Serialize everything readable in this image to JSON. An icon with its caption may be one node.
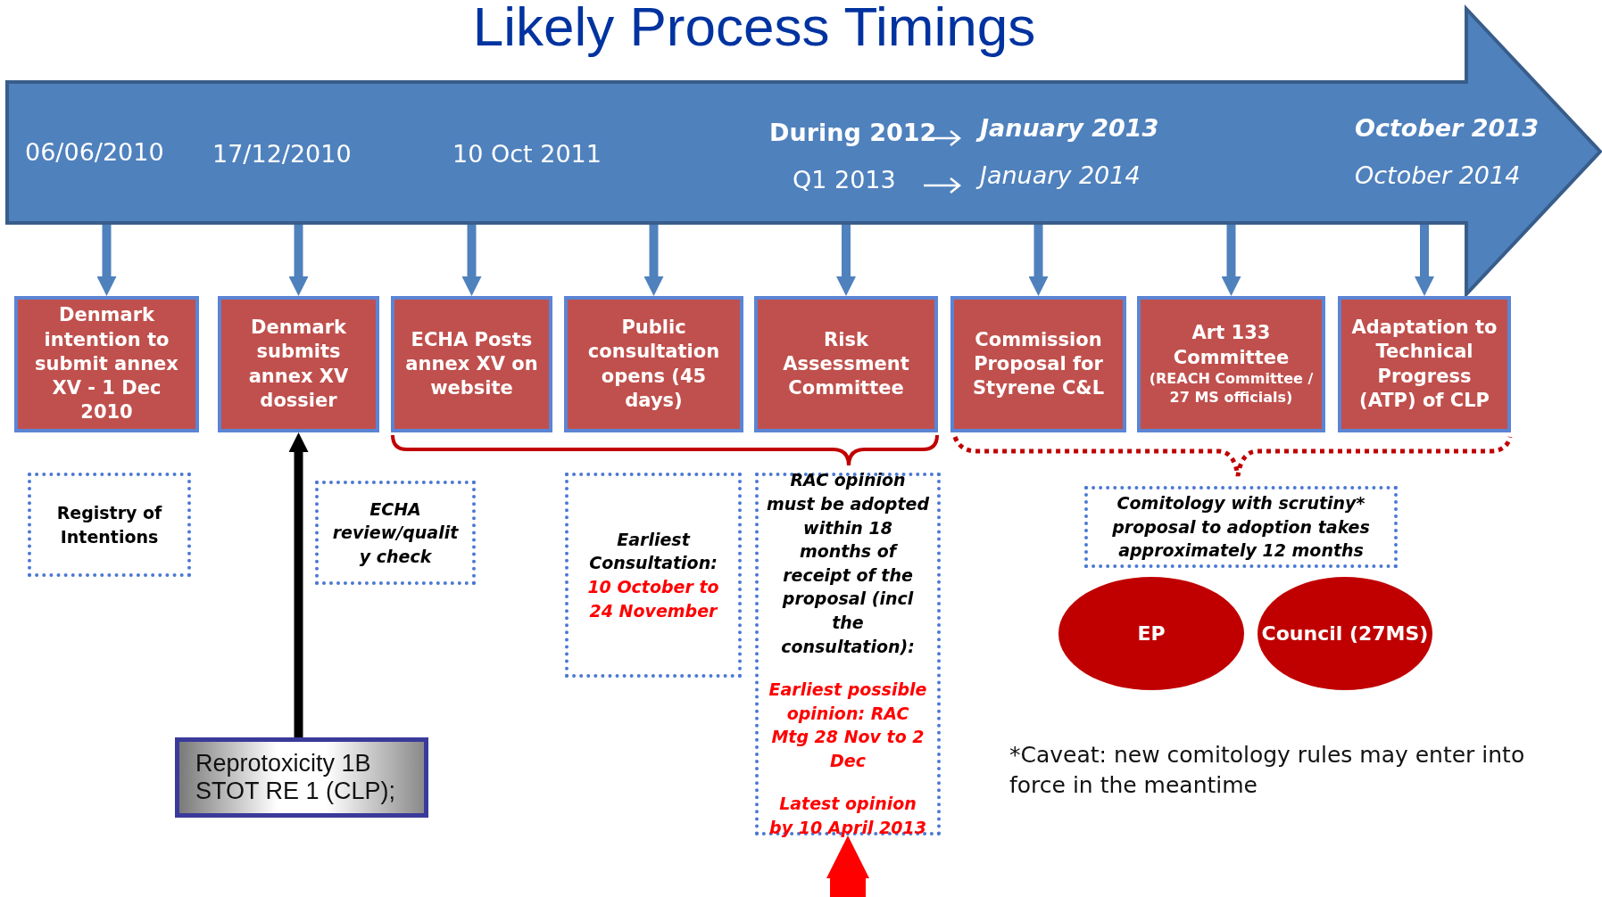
{
  "diagram": {
    "title": "Likely Process Timings",
    "nodes": [
      {
        "text": [
          "06/06/2010",
          "17/12/2010",
          "10 Oct 2011",
          "During 2012",
          "January 2013",
          "Q1 2013",
          "January 2014",
          "October  2013",
          "October  2014"
        ]
      },
      {
        "text": [
          "Denmark intention to submit annex XV - 1 Dec 2010"
        ]
      },
      {
        "text": [
          "Denmark submits annex XV dossier"
        ]
      },
      {
        "text": [
          "ECHA Posts annex XV on website"
        ]
      },
      {
        "text": [
          "Public consultation opens (45 days)"
        ]
      },
      {
        "text": [
          "Risk Assessment Committee"
        ]
      },
      {
        "text": [
          "Commission Proposal for Styrene C&L"
        ]
      },
      {
        "text": [
          "Art 133 Committee",
          "(REACH Committee / 27 MS officials)"
        ]
      },
      {
        "text": [
          "Adaptation to Technical Progress (ATP) of CLP"
        ]
      },
      {
        "text": [
          "Registry of Intentions"
        ]
      },
      {
        "text": [
          "ECHA review/qualit y check"
        ]
      },
      {
        "text": [
          "Earliest Consultation:",
          "10 October to 24 November"
        ]
      },
      {
        "text": [
          "RAC opinion must be adopted within 18 months of receipt of the proposal (incl the consultation):",
          "Earliest  possible opinion: RAC Mtg 28 Nov to 2 Dec",
          "Latest opinion by 10 April 2013"
        ]
      },
      {
        "text": [
          "Comitology with scrutiny* proposal to adoption takes approximately 12 months"
        ]
      },
      {
        "text": [
          "EP"
        ]
      },
      {
        "text": [
          "Council (27MS)"
        ]
      },
      {
        "text": [
          "Reprotoxicity 1B STOT RE 1 (CLP);"
        ]
      }
    ],
    "edges": [
      {
        "from": 0,
        "to": 1,
        "arrow": "to"
      },
      {
        "from": 0,
        "to": 2,
        "arrow": "to"
      },
      {
        "from": 0,
        "to": 3,
        "arrow": "to"
      },
      {
        "from": 0,
        "to": 4,
        "arrow": "to"
      },
      {
        "from": 0,
        "to": 5,
        "arrow": "to"
      },
      {
        "from": 0,
        "to": 6,
        "arrow": "to"
      },
      {
        "from": 0,
        "to": 7,
        "arrow": "to"
      },
      {
        "from": 0,
        "to": 8,
        "arrow": "to"
      },
      {
        "from": 16,
        "to": 2,
        "arrow": "to",
        "color": "#000000"
      },
      {
        "from": null,
        "to": 12,
        "arrow": "to",
        "style": "thick",
        "color": "#ff0000"
      }
    ],
    "labels": [
      "*Caveat: new comitology rules may enter into force in the meantime"
    ]
  }
}
